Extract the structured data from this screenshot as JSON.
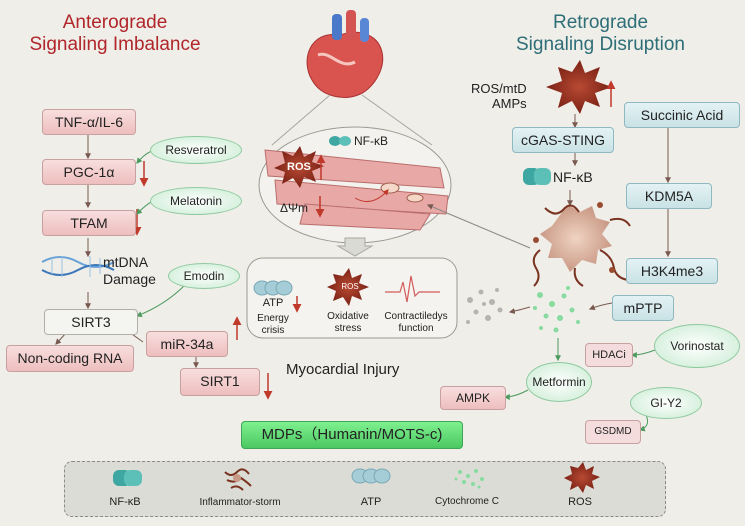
{
  "titles": {
    "anterograde_line1": "Anterograde",
    "anterograde_line2": "Signaling Imbalance",
    "retrograde_line1": "Retrograde",
    "retrograde_line2": "Signaling Disruption"
  },
  "left": {
    "tnf": "TNF-α/IL-6",
    "pgc": "PGC-1α",
    "tfam": "TFAM",
    "mtdna_line1": "mtDNA",
    "mtdna_line2": "Damage",
    "sirt3": "SIRT3",
    "noncoding": "Non-coding RNA",
    "mir": "miR-34a",
    "sirt1": "SIRT1",
    "resveratrol": "Resveratrol",
    "melatonin": "Melatonin",
    "emodin": "Emodin"
  },
  "center": {
    "nfkb": "NF-κB",
    "ros": "ROS",
    "dpsi": "ΔΨm",
    "atp": "ATP",
    "energy_line1": "Energy",
    "energy_line2": "crisis",
    "ros2": "ROS",
    "oxidative_line1": "Oxidative",
    "oxidative_line2": "stress",
    "contractile_line1": "Contractiledys",
    "contractile_line2": "function",
    "myocardial": "Myocardial Injury",
    "mdps": "MDPs（Humanin/MOTS-c)"
  },
  "right": {
    "rosmtd_line1": "ROS/mtD",
    "rosmtd_line2": "AMPs",
    "cgas": "cGAS-STING",
    "nfkb": "NF-κB",
    "succinic": "Succinic Acid",
    "kdm5a": "KDM5A",
    "h3k4": "H3K4me3",
    "mptp": "mPTP",
    "vorinostat": "Vorinostat",
    "hdaci": "HDACi",
    "metformin": "Metformin",
    "ampk": "AMPK",
    "gi": "GI-Y2",
    "gsdmd": "GSDMD"
  },
  "legend": [
    {
      "icon": "nfkb-icon",
      "label": "NF-κB"
    },
    {
      "icon": "inflammatory-storm-icon",
      "label": "Inflammator-storm"
    },
    {
      "icon": "atp-icon",
      "label": "ATP"
    },
    {
      "icon": "cytochrome-c-icon",
      "label": "Cytochrome C"
    },
    {
      "icon": "ros-icon",
      "label": "ROS"
    }
  ],
  "colors": {
    "arrow_red": "#c0392b",
    "pink_box": "#f0c4c4",
    "blue_box": "#cfe6ea",
    "green_oval": "#cdeed6",
    "mdps_green": "#63d87a",
    "ros_star": "#8c2a1e",
    "nfkb_teal": "#3fa7a1"
  }
}
